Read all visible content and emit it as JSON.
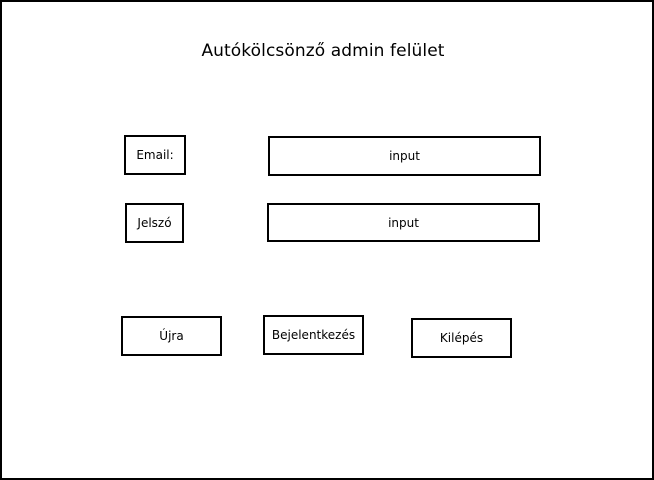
{
  "header": {
    "title": "Autókölcsönző admin felület"
  },
  "form": {
    "email_label": "Email:",
    "email_input_value": "input",
    "password_label": "Jelszó",
    "password_input_value": "input"
  },
  "actions": {
    "reset_label": "Újra",
    "login_label": "Bejelentkezés",
    "exit_label": "Kilépés"
  }
}
